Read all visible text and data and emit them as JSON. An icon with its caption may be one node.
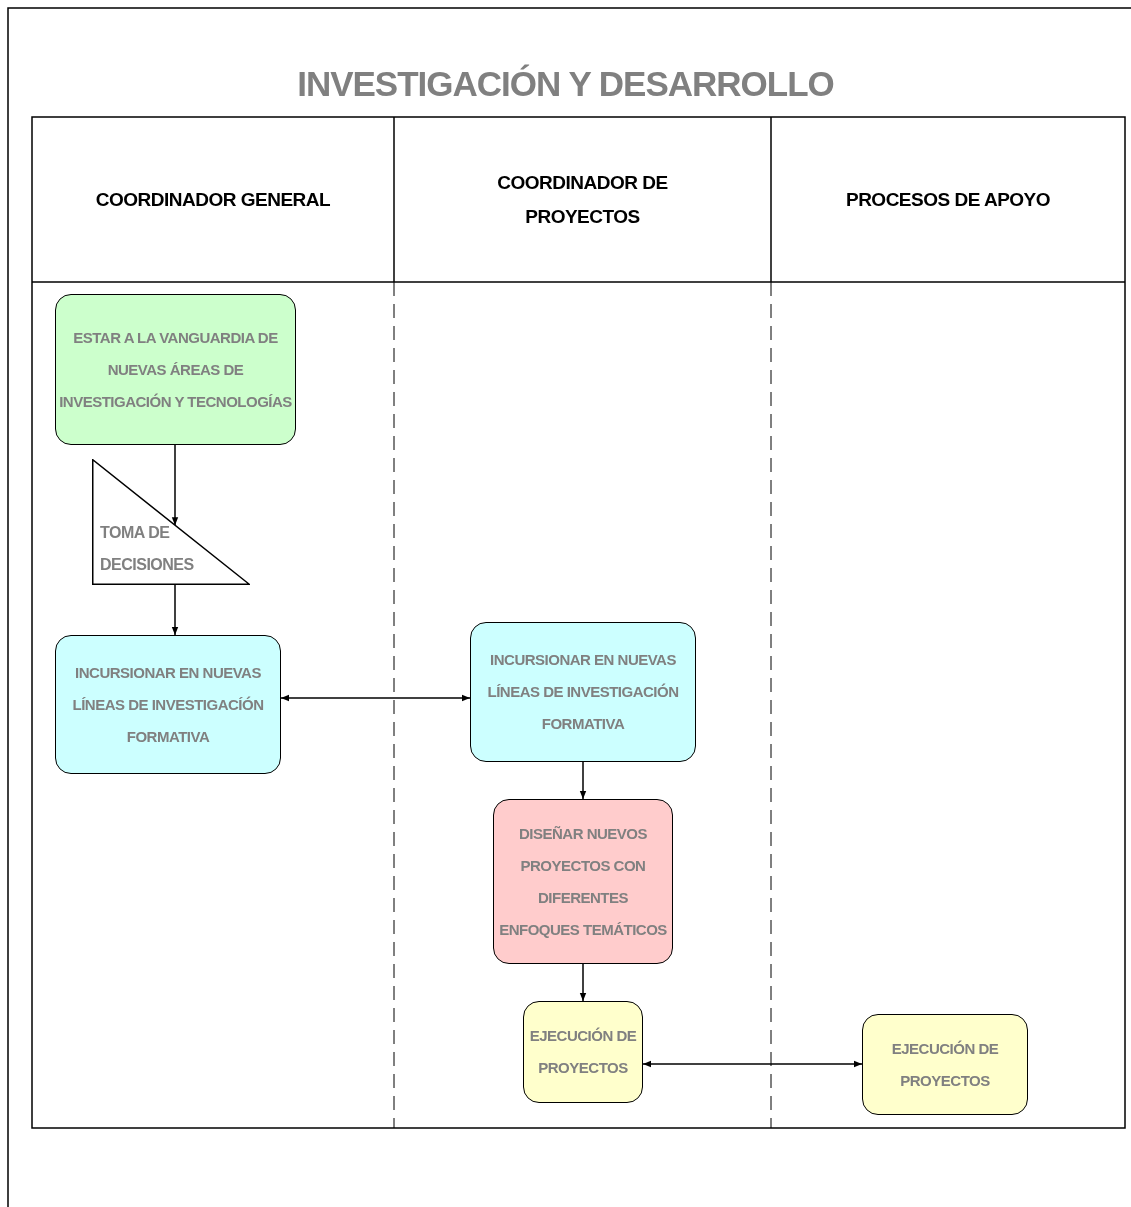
{
  "diagram": {
    "title": "INVESTIGACIÓN Y DESARROLLO",
    "nodes": [
      {
        "text": [
          "COORDINADOR GENERAL"
        ]
      },
      {
        "text": [
          "COORDINADOR DE PROYECTOS"
        ]
      },
      {
        "text": [
          "PROCESOS DE APOYO"
        ]
      },
      {
        "text": [
          "ESTAR A LA VANGUARDIA DE NUEVAS ÁREAS DE INVESTIGACIÓN Y TECNOLOGÍAS"
        ]
      },
      {
        "text": [
          "TOMA DE DECISIONES"
        ]
      },
      {
        "text": [
          "INCURSIONAR EN NUEVAS LÍNEAS DE INVESTIGACÍÓN FORMATIVA"
        ]
      },
      {
        "text": [
          "INCURSIONAR EN NUEVAS LÍNEAS DE INVESTIGACIÓN FORMATIVA"
        ]
      },
      {
        "text": [
          "DISEÑAR NUEVOS PROYECTOS CON DIFERENTES ENFOQUES TEMÁTICOS"
        ]
      },
      {
        "text": [
          "EJECUCIÓN DE PROYECTOS"
        ]
      },
      {
        "text": [
          "EJECUCIÓN DE PROYECTOS"
        ]
      }
    ],
    "edges": [
      {
        "from": 3,
        "to": 4,
        "arrow": "to"
      },
      {
        "from": 4,
        "to": 5,
        "arrow": "to"
      },
      {
        "from": 5,
        "to": 6,
        "arrow": "both"
      },
      {
        "from": 6,
        "to": 7,
        "arrow": "to"
      },
      {
        "from": 7,
        "to": 8,
        "arrow": "to"
      },
      {
        "from": 8,
        "to": 9,
        "arrow": "both"
      }
    ]
  }
}
